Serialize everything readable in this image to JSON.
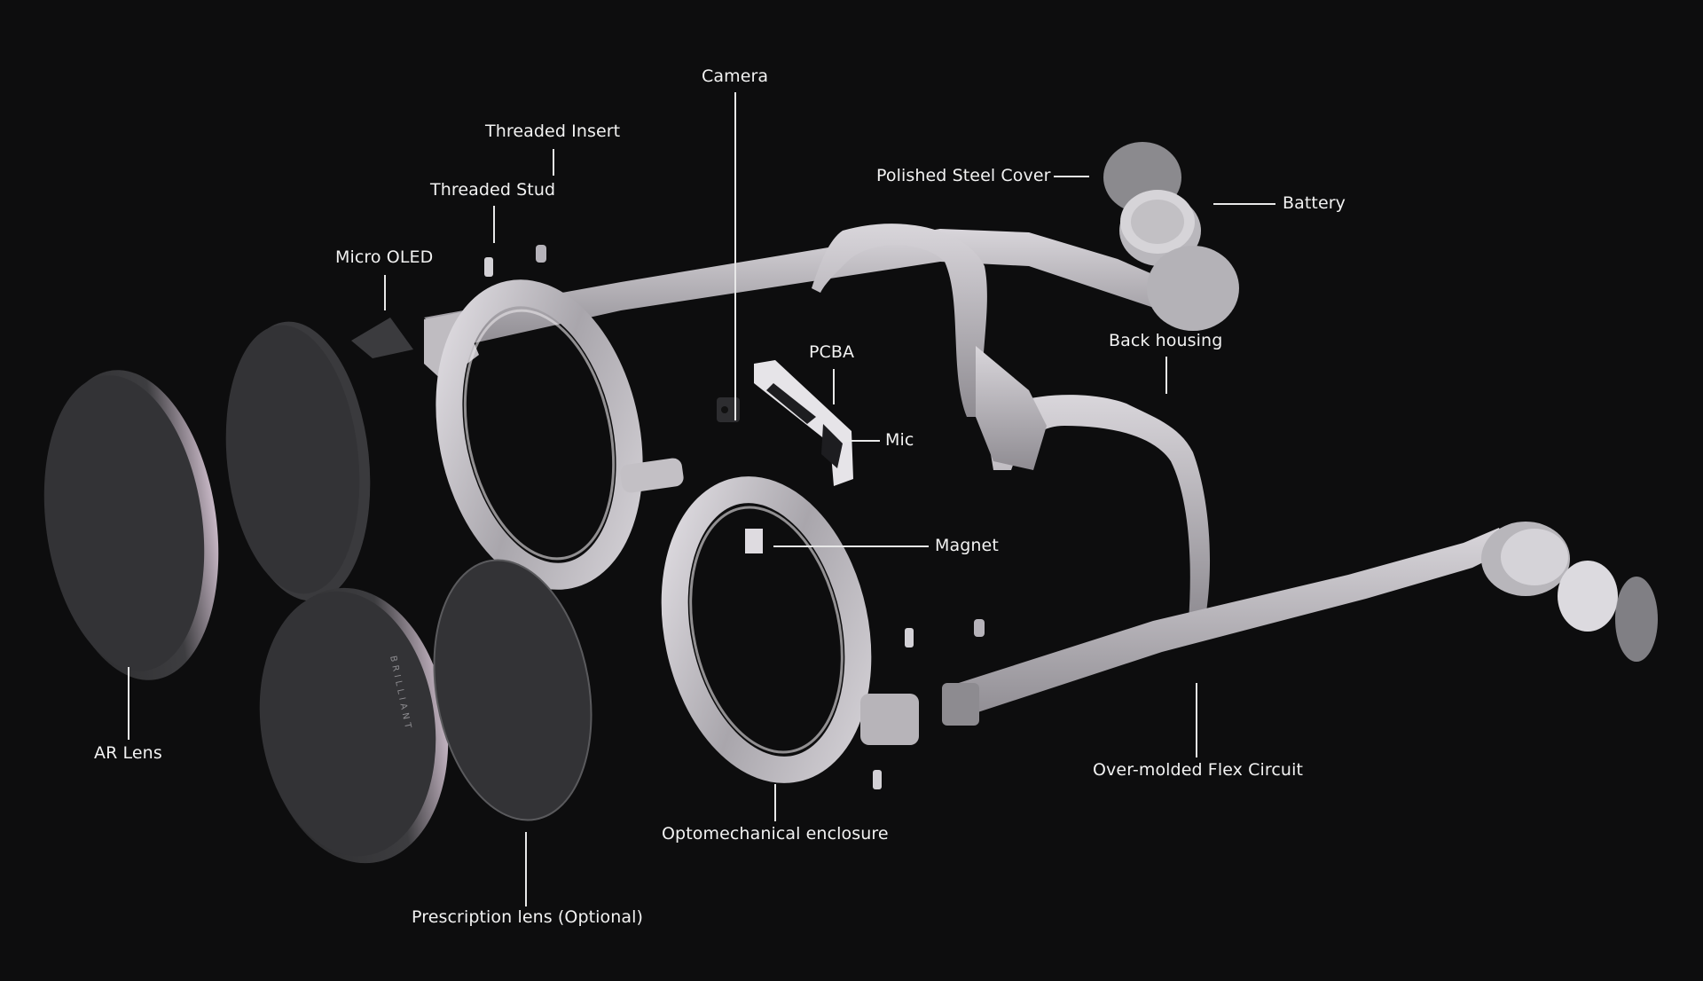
{
  "labels": {
    "camera": "Camera",
    "threaded_insert": "Threaded Insert",
    "threaded_stud": "Threaded Stud",
    "polished_steel_cover": "Polished Steel Cover",
    "battery": "Battery",
    "micro_oled": "Micro OLED",
    "pcba": "PCBA",
    "back_housing": "Back housing",
    "mic": "Mic",
    "magnet": "Magnet",
    "ar_lens": "AR Lens",
    "over_molded_flex_circuit": "Over-molded Flex Circuit",
    "optomechanical_enclosure": "Optomechanical enclosure",
    "prescription_lens": "Prescription lens (Optional)",
    "brand_mark": "BRILLIANT"
  },
  "colors": {
    "background": "#0d0d0e",
    "label_text": "#f2f2f2",
    "leader_line": "#e8e8e8",
    "frame_silver": "#c9c7ca",
    "lens_dark": "#3a3a3c"
  }
}
